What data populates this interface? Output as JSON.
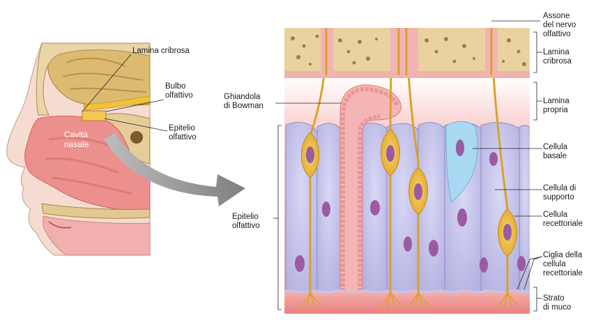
{
  "head_labels": {
    "lamina_cribrosa": "Lamina cribrosa",
    "bulbo_olfattivo": "Bulbo\nolfattivo",
    "cavita_nasale": "Cavità\nnasale",
    "epitelio_olfattivo": "Epitelio\nolfattivo"
  },
  "detail_labels": {
    "assone": "Assone\ndel nervo\nolfattivo",
    "lamina_cribrosa": "Lamina\ncribrosa",
    "ghiandola_bowman": "Ghiandola\ndi Bowman",
    "lamina_propria": "Lamina\npropria",
    "cellula_basale": "Cellula\nbasale",
    "cellula_supporto": "Cellula di\nsupporto",
    "cellula_recettoriale": "Cellula\nrecettoriale",
    "epitelio_olfattivo": "Epitelio\nolfattivo",
    "ciglia": "Ciglia della\ncellula\nrecettoriale",
    "strato_muco": "Strato\ndi muco"
  },
  "colors": {
    "bone": "#e9cf9a",
    "bone_pore": "#9c6c34",
    "brain": "#d6b25f",
    "lamina_propria": "#f2a8a6",
    "support_cell": "#c4c3ea",
    "basal_cell": "#a9d9f2",
    "receptor_cell": "#e9b532",
    "nucleus": "#9a5ba3",
    "mucus": "#ee8e8e",
    "nasal_mucosa": "#ec8f8d",
    "arrow": "#8d8d8d"
  }
}
